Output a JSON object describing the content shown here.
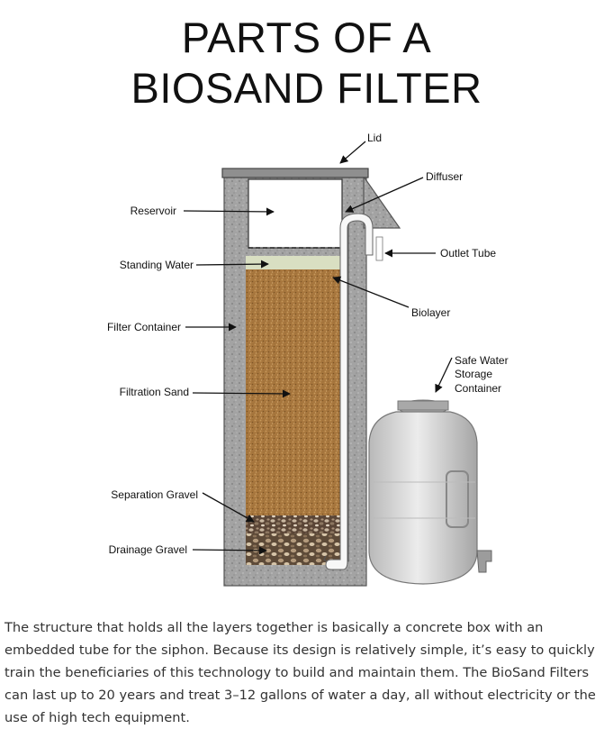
{
  "title": {
    "line1": "PARTS OF A",
    "line2": "BIOSAND FILTER"
  },
  "labels": {
    "lid": "Lid",
    "diffuser": "Diffuser",
    "reservoir": "Reservoir",
    "outlet_tube": "Outlet Tube",
    "standing_water": "Standing Water",
    "biolayer": "Biolayer",
    "filter_container": "Filter Container",
    "safe_water_line1": "Safe Water",
    "safe_water_line2": "Storage",
    "safe_water_line3": "Container",
    "filtration_sand": "Filtration Sand",
    "separation_gravel": "Separation Gravel",
    "drainage_gravel": "Drainage Gravel"
  },
  "caption": "The structure that holds all the layers together is basically a concrete box with an embedded tube for the siphon. Because its design is relatively simple, it’s easy to quickly train the beneficiaries of this technology to build and maintain them. The BioSand Filters can last up to 20 years and treat 3–12 gallons of water a day, all without electricity or the use of high tech equipment.",
  "colors": {
    "concrete": "#9a9a9a",
    "sand": "#a8773e",
    "standing_water": "#d9dfc2",
    "gravel": "#6b5440",
    "text": "#333333"
  }
}
